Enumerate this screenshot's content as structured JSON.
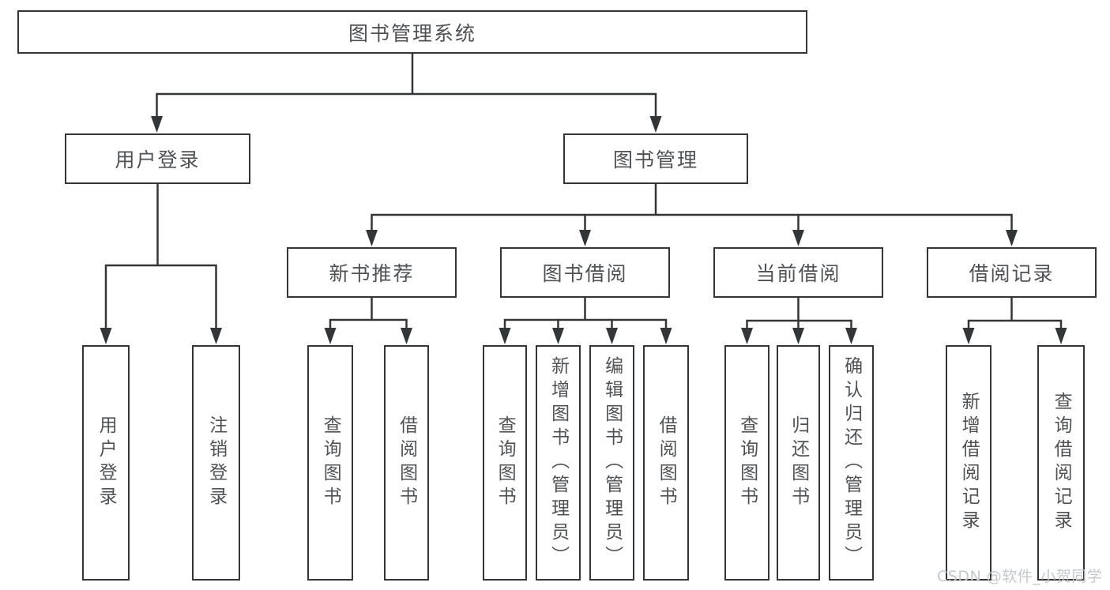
{
  "tree": {
    "root": {
      "label": "图书管理系统",
      "children": [
        {
          "label": "用户登录",
          "children": [
            {
              "label": "用户登录"
            },
            {
              "label": "注销登录"
            }
          ]
        },
        {
          "label": "图书管理",
          "children": [
            {
              "label": "新书推荐",
              "children": [
                {
                  "label": "查询图书"
                },
                {
                  "label": "借阅图书"
                }
              ]
            },
            {
              "label": "图书借阅",
              "children": [
                {
                  "label": "查询图书"
                },
                {
                  "label": "新增图书（管理员）"
                },
                {
                  "label": "编辑图书（管理员）"
                },
                {
                  "label": "借阅图书"
                }
              ]
            },
            {
              "label": "当前借阅",
              "children": [
                {
                  "label": "查询图书"
                },
                {
                  "label": "归还图书"
                },
                {
                  "label": "确认归还（管理员）"
                }
              ]
            },
            {
              "label": "借阅记录",
              "children": [
                {
                  "label": "新增借阅记录"
                },
                {
                  "label": "查询借阅记录"
                }
              ]
            }
          ]
        }
      ]
    }
  },
  "watermark": {
    "text": "CSDN @软件_小贺同学"
  },
  "colors": {
    "line": "#333639",
    "box_border": "#333639",
    "label_text": "#4f5255",
    "watermark_text": "#c3c8cb",
    "background": "#ffffff"
  }
}
